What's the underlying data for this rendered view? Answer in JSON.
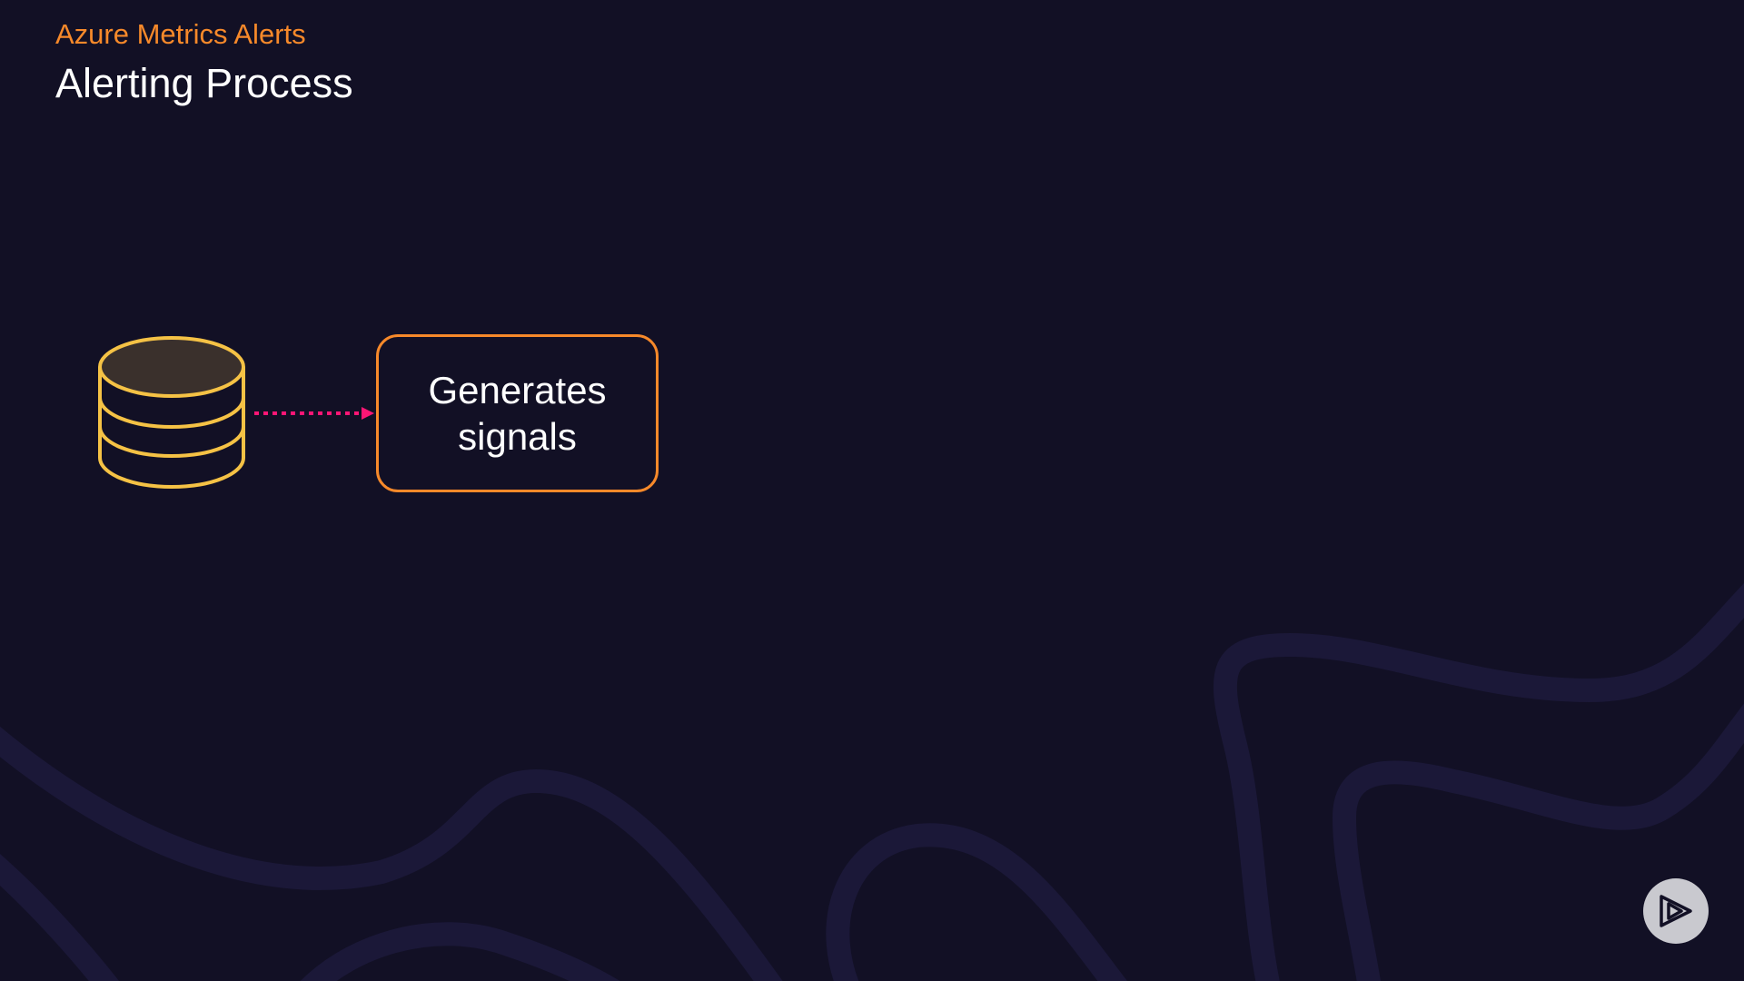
{
  "header": {
    "subtitle": "Azure Metrics Alerts",
    "title": "Alerting Process"
  },
  "diagram": {
    "source_icon": "database-icon",
    "connector": "dotted-arrow",
    "steps": [
      {
        "label": "Generates signals"
      }
    ]
  },
  "branding": {
    "logo_icon": "play-logo-icon"
  },
  "colors": {
    "background": "#121025",
    "accent_orange": "#f7892a",
    "database_yellow": "#f5c245",
    "arrow_pink": "#ff1675",
    "wave": "#1b1838"
  }
}
